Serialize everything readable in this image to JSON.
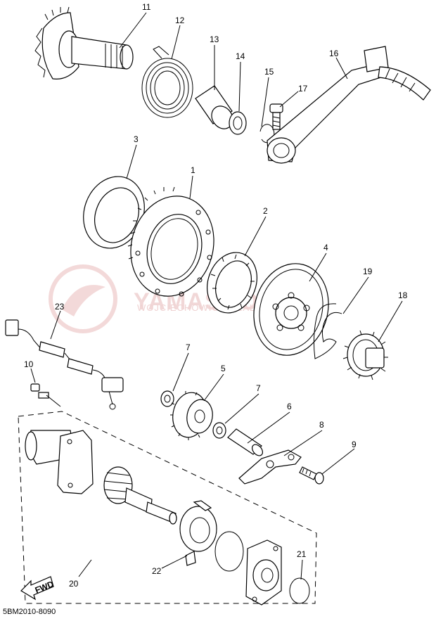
{
  "diagram": {
    "catalog_code": "5BM2010-8090",
    "fwd_label": "FWD",
    "watermark": {
      "name": "YAMASHOP.PL",
      "subtitle": "WOJCIECHOWICZ DEALER YAMAHA"
    },
    "callouts": [
      {
        "id": "c11",
        "label": "11"
      },
      {
        "id": "c12",
        "label": "12"
      },
      {
        "id": "c13",
        "label": "13"
      },
      {
        "id": "c14",
        "label": "14"
      },
      {
        "id": "c15",
        "label": "15"
      },
      {
        "id": "c16",
        "label": "16"
      },
      {
        "id": "c17",
        "label": "17"
      },
      {
        "id": "c3",
        "label": "3"
      },
      {
        "id": "c1",
        "label": "1"
      },
      {
        "id": "c2",
        "label": "2"
      },
      {
        "id": "c4",
        "label": "4"
      },
      {
        "id": "c19",
        "label": "19"
      },
      {
        "id": "c18",
        "label": "18"
      },
      {
        "id": "c23",
        "label": "23"
      },
      {
        "id": "c10",
        "label": "10"
      },
      {
        "id": "c7a",
        "label": "7"
      },
      {
        "id": "c5",
        "label": "5"
      },
      {
        "id": "c7b",
        "label": "7"
      },
      {
        "id": "c6",
        "label": "6"
      },
      {
        "id": "c8",
        "label": "8"
      },
      {
        "id": "c9",
        "label": "9"
      },
      {
        "id": "c20",
        "label": "20"
      },
      {
        "id": "c22",
        "label": "22"
      },
      {
        "id": "c21",
        "label": "21"
      }
    ]
  }
}
